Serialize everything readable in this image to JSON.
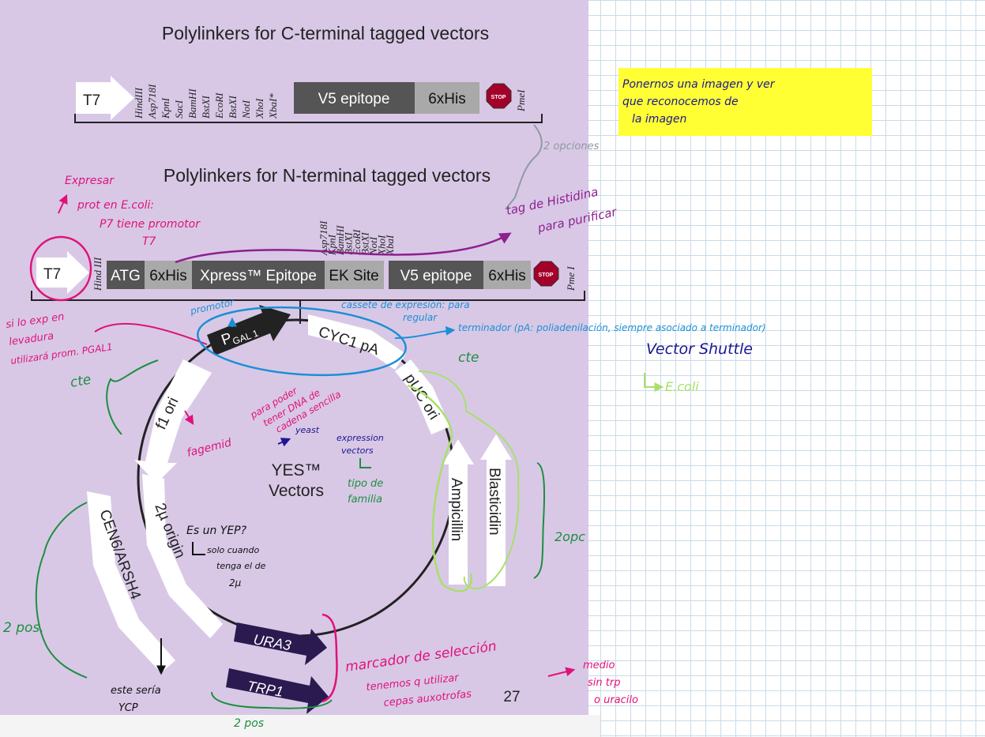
{
  "diagram": {
    "title_c": "Polylinkers for C-terminal tagged vectors",
    "title_n": "Polylinkers for N-terminal tagged vectors",
    "c_terminal": {
      "promoter": "T7",
      "sites": [
        "HindIII",
        "Asp718I",
        "KpnI",
        "SacI",
        "BamHI",
        "BstXI",
        "EcoRI",
        "BstXI",
        "NotI",
        "XhoI",
        "XbaI*"
      ],
      "v5": "V5 epitope",
      "his": "6xHis",
      "stop": "STOP",
      "pme": "PmeI"
    },
    "n_terminal": {
      "promoter": "T7",
      "hind": "Hind III",
      "atg": "ATG",
      "his1": "6xHis",
      "xpress": "Xpress™ Epitope",
      "ek": "EK Site",
      "sites": [
        "Asp718I",
        "KpnI",
        "BamHI",
        "BstXI",
        "EcoRI",
        "BstXI",
        "NotI",
        "XhoI",
        "XbaI"
      ],
      "v5": "V5 epitope",
      "his2": "6xHis",
      "stop": "STOP",
      "pme": "Pme I"
    },
    "plasmid": {
      "center1": "YES™",
      "center2": "Vectors",
      "pgal": "P",
      "pgal_sub": "GAL 1",
      "cyc1": "CYC1 pA",
      "puc": "pUC ori",
      "f1": "f1 ori",
      "amp": "Ampicillin",
      "blast": "Blasticidin",
      "two_mu": "2µ origin",
      "cen": "CEN6/ARSH4",
      "ura3": "URA3",
      "trp1": "TRP1"
    },
    "page_number": "27"
  },
  "notes": {
    "yellow_note": [
      "Ponernos una imagen y ver",
      "que reconocemos de",
      "la imagen"
    ],
    "dos_opciones": "2 opciones",
    "expresar": [
      "Expresar",
      "prot en E.coli:",
      "P7 tiene promotor",
      "T7"
    ],
    "tag_his": [
      "tag de Histidina",
      "para purificar"
    ],
    "si_lo_exp": [
      "si lo exp en",
      "levadura",
      "utilizará prom. PGAL1"
    ],
    "promotor": "promotor",
    "cassette": [
      "cassete de expresión: para",
      "regular"
    ],
    "terminador": "terminador (pA: poliadenilación, siempre asociado a terminador)",
    "vector_shuttle": "Vector Shuttle",
    "ecoli": "E.coli",
    "cte1": "cte",
    "cte2": "cte",
    "fagemid": "fagemid",
    "para_poder": [
      "para poder",
      "tener DNA de",
      "cadena sencilla"
    ],
    "yeast_exp": [
      "yeast",
      "expression",
      "vectors"
    ],
    "tipo_familia": [
      "tipo de",
      "familia"
    ],
    "es_yep": [
      "Es un YEP?",
      "solo cuando",
      "tenga el de",
      "2µ"
    ],
    "dos_opc": "2opc",
    "dos_pos_left": "2 pos.",
    "este_seria": [
      "este sería",
      "YCP"
    ],
    "marcador": "marcador de selección",
    "tenemos": [
      "tenemos q utilizar",
      "cepas auxotrofas"
    ],
    "medio": [
      "medio",
      "sin trp",
      "o uracilo"
    ],
    "dos_pos_bottom": "2 pos"
  },
  "colors": {
    "slide_bg": "#d8c8e6",
    "feature_dark": "#555555",
    "feature_gray": "#a9a9a9",
    "stop_red": "#a3002a",
    "marker_purple": "#2a1a4f",
    "ink_pink": "#e0127a",
    "ink_blue": "#1b8fd6",
    "ink_green": "#1d8f3f",
    "ink_lime": "#a8e06a",
    "ink_purple": "#8e1f8f",
    "ink_navy": "#1c1790",
    "highlight": "#ffff33"
  }
}
